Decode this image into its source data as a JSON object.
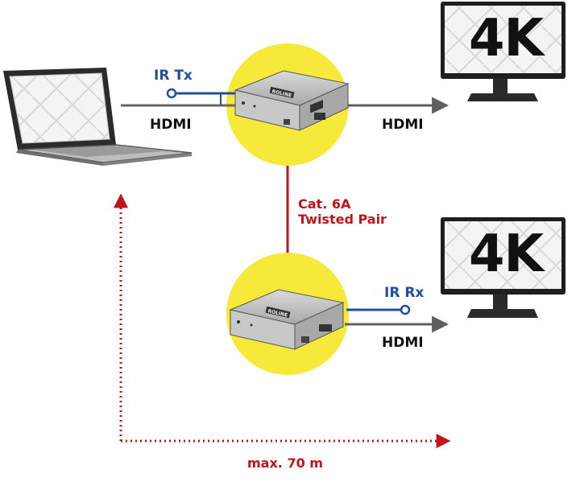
{
  "labels": {
    "ir_tx": "IR Tx",
    "ir_rx": "IR Rx",
    "hdmi_laptop": "HDMI",
    "hdmi_out_top": "HDMI",
    "hdmi_out_bottom": "HDMI",
    "cable_line1": "Cat. 6A",
    "cable_line2": "Twisted Pair",
    "distance": "max. 70 m"
  },
  "monitor_top_text": "4K",
  "monitor_bottom_text": "4K",
  "device_badge": "ROLINE",
  "colors": {
    "highlight_circle": "#f7e93a",
    "ir_line": "#1f4fa0",
    "cable_line": "#c0141a",
    "hdmi_line": "#666666",
    "distance_arrow": "#c0141a"
  }
}
